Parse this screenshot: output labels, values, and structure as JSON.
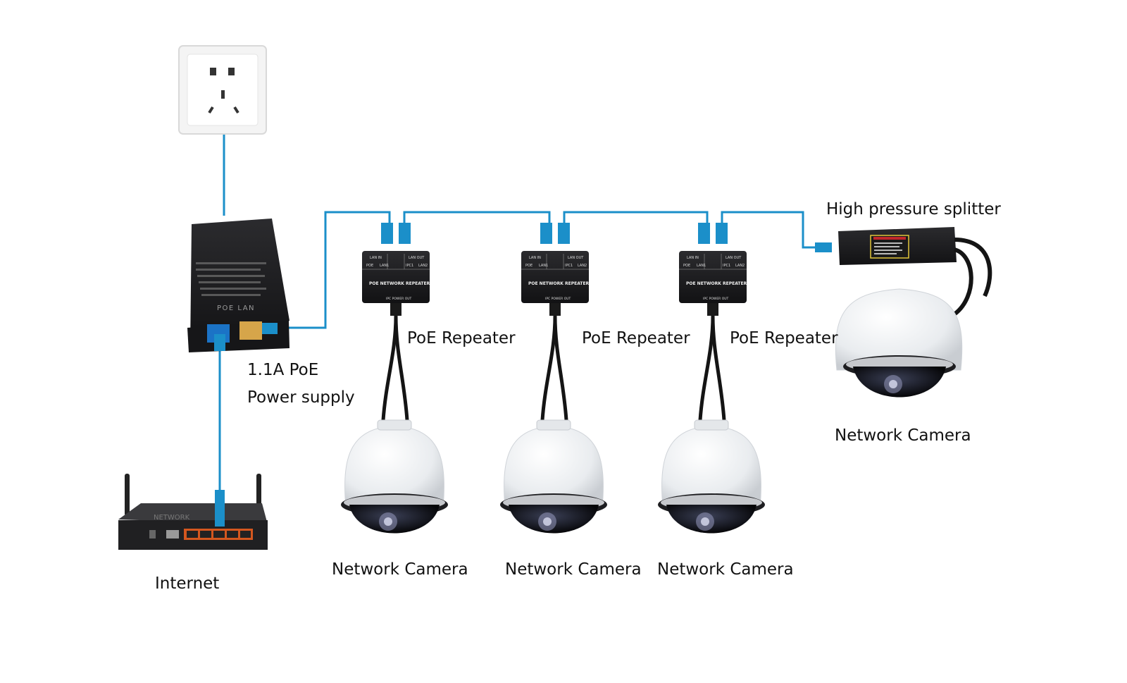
{
  "labels": {
    "poe_supply_line1": "1.1A PoE",
    "poe_supply_line2": "Power supply",
    "internet": "Internet",
    "repeater_1": "PoE Repeater",
    "repeater_2": "PoE Repeater",
    "repeater_3": "PoE Repeater",
    "splitter": "High pressure splitter",
    "camera_1": "Network Camera",
    "camera_2": "Network Camera",
    "camera_3": "Network Camera",
    "camera_4": "Network Camera"
  },
  "device_print": {
    "supply_ports": "POE  LAN",
    "repeater_lan_in": "LAN IN",
    "repeater_lan_out": "LAN OUT",
    "repeater_poe": "POE",
    "repeater_lan1": "LAN1",
    "repeater_ipc1": "IPC1",
    "repeater_lan2": "LAN2",
    "repeater_title": "POE NETWORK REPEATER",
    "repeater_power_out": "IPC POWER OUT"
  },
  "colors": {
    "cable": "#1b8fc9",
    "device_body": "#1c1c1e",
    "background": "#ffffff"
  }
}
